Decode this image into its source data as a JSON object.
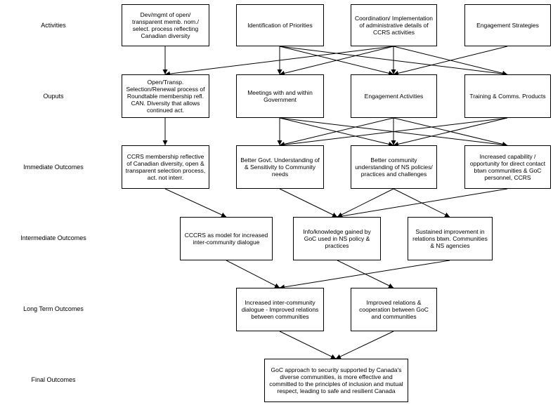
{
  "row_labels": {
    "activities": "Activities",
    "outputs": "Ouputs",
    "immediate": "Immediate Outcomes",
    "intermediate": "Intermediate Outcomes",
    "long_term": "Long Term Outcomes",
    "final": "Final Outcomes"
  },
  "activities": {
    "a1": "Dev/mgmt of open/ transparent memb. nom./ select. process reflecting Canadian diversity",
    "a2": "Identification of Priorities",
    "a3": "Coordination/ Implementation of administrative details of CCRS activities",
    "a4": "Engagement Strategies"
  },
  "outputs": {
    "o1": "Open/Transp. Selection/Renewal process of Roundtable membership refl. CAN. Diversity that allows continued act.",
    "o2": "Meetings with and within Government",
    "o3": "Engagement Activities",
    "o4": "Training & Comms. Products"
  },
  "immediate": {
    "i1": "CCRS membership reflective of Canadian diversity, open & transparent selection process, act. not interr.",
    "i2": "Better Govt. Understanding of & Sensitivity to Community needs",
    "i3": "Better community understanding of NS policies/ practices and challenges",
    "i4": "Increased capability / opportunity for direct contact btwn communities & GoC personnel, CCRS"
  },
  "intermediate": {
    "m1": "CCCRS as model for increased inter-community dialogue",
    "m2": "Info/knowledge gained by GoC used in NS policy & practices",
    "m3": "Sustained improvement in relations btwn. Communities & NS agencies"
  },
  "long_term": {
    "l1": "Increased inter-community dialogue - Improved relations between communities",
    "l2": "Improved relations & cooperation between GoC and communities"
  },
  "final": {
    "f1": "GoC approach to security supported by Canada's diverse communities, is more effective and committed to the principles of inclusion and mutual respect, leading to safe and resilient Canada"
  }
}
